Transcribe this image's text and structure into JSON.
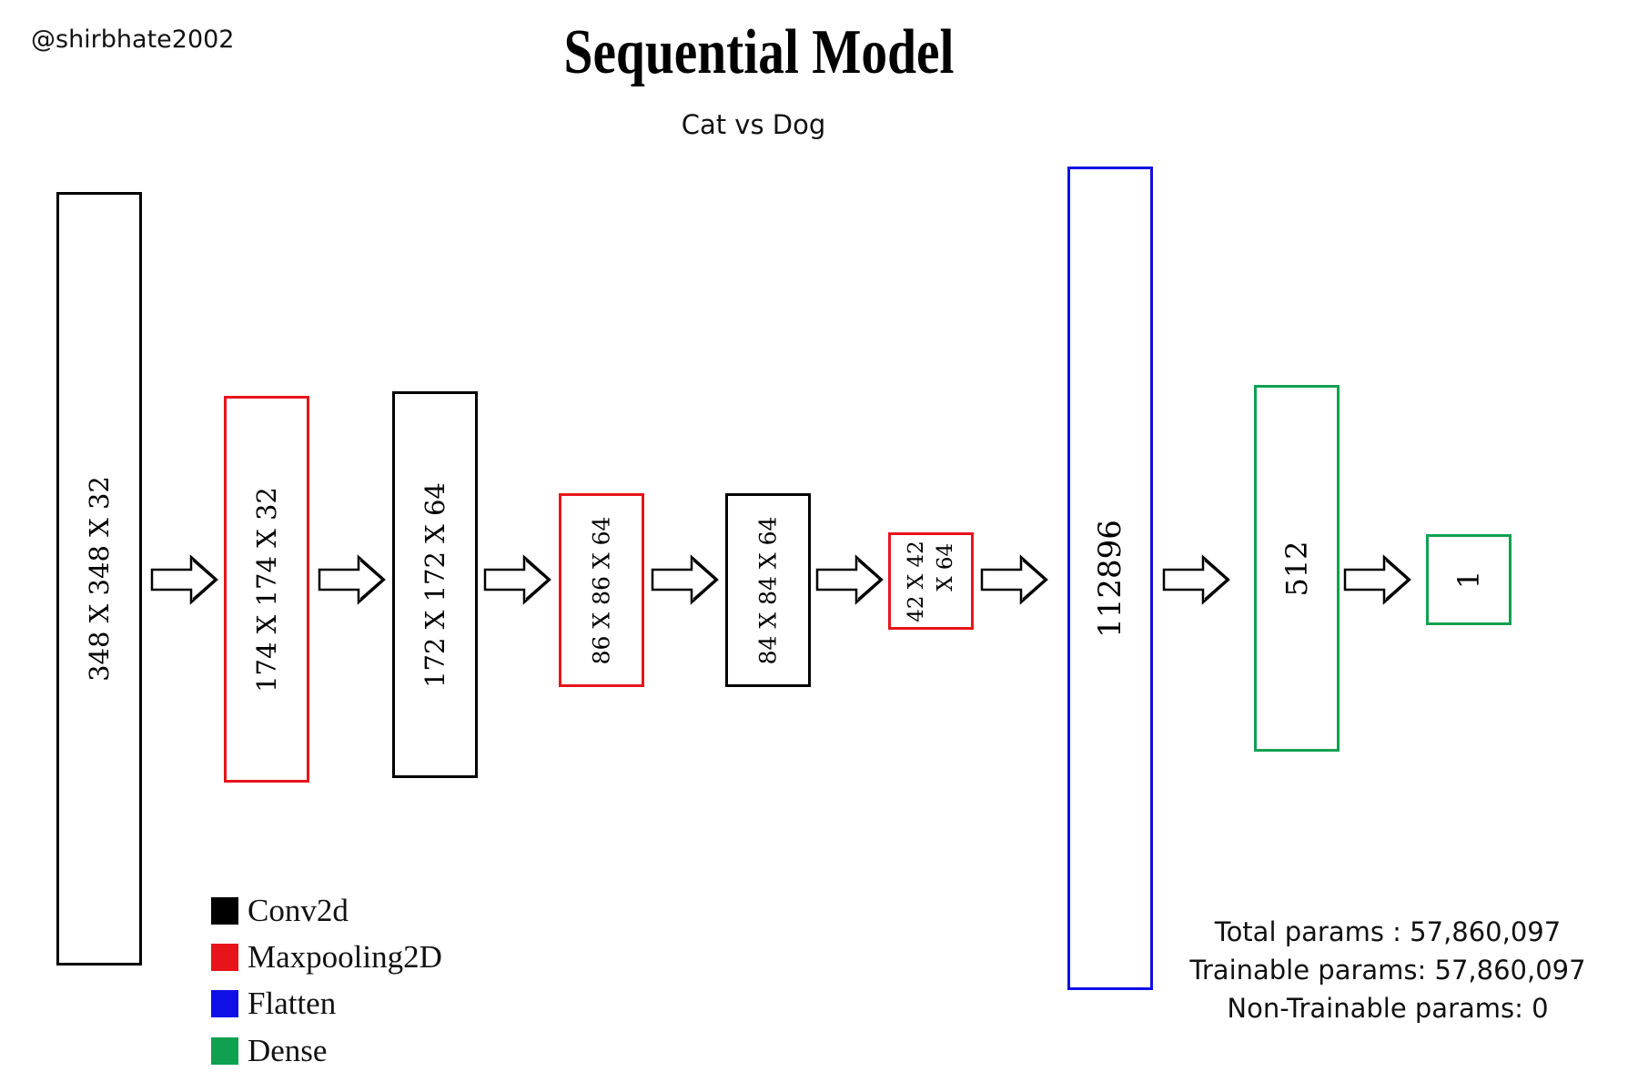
{
  "header": {
    "handle": "@shirbhate2002",
    "title": "Sequential Model",
    "subtitle": "Cat vs Dog"
  },
  "colors": {
    "conv2d": "#000000",
    "maxpooling2d": "#e8141b",
    "flatten": "#1010e6",
    "dense": "#10a050"
  },
  "layers": [
    {
      "label": "348  X 348  X 32",
      "type": "conv2d"
    },
    {
      "label": "174  X 174  X 32",
      "type": "maxpooling2d"
    },
    {
      "label": "172  X 172  X 64",
      "type": "conv2d"
    },
    {
      "label": "86  X 86  X 64",
      "type": "maxpooling2d"
    },
    {
      "label": "84  X 84  X 64",
      "type": "conv2d"
    },
    {
      "label_line1": "42  X 42",
      "label_line2": "X 64",
      "type": "maxpooling2d"
    },
    {
      "label": "112896",
      "type": "flatten"
    },
    {
      "label": "512",
      "type": "dense"
    },
    {
      "label": "1",
      "type": "dense"
    }
  ],
  "legend": [
    {
      "label": "Conv2d",
      "color": "#000000"
    },
    {
      "label": "Maxpooling2D",
      "color": "#e8141b"
    },
    {
      "label": "Flatten",
      "color": "#1010e6"
    },
    {
      "label": "Dense",
      "color": "#10a050"
    }
  ],
  "params": {
    "total": "Total params : 57,860,097",
    "trainable": "Trainable params: 57,860,097",
    "non_trainable": "Non-Trainable params: 0"
  }
}
